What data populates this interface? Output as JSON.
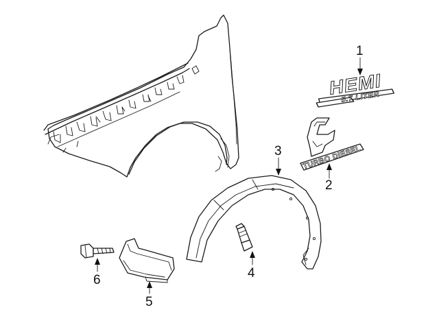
{
  "callouts": [
    {
      "id": "1",
      "label": "1"
    },
    {
      "id": "2",
      "label": "2"
    },
    {
      "id": "3",
      "label": "3"
    },
    {
      "id": "4",
      "label": "4"
    },
    {
      "id": "5",
      "label": "5"
    },
    {
      "id": "6",
      "label": "6"
    }
  ],
  "emblems": {
    "hemi_main": "HEMI",
    "hemi_sub": "5.7 LITER",
    "diesel_text": "TURBO DIESEL"
  }
}
